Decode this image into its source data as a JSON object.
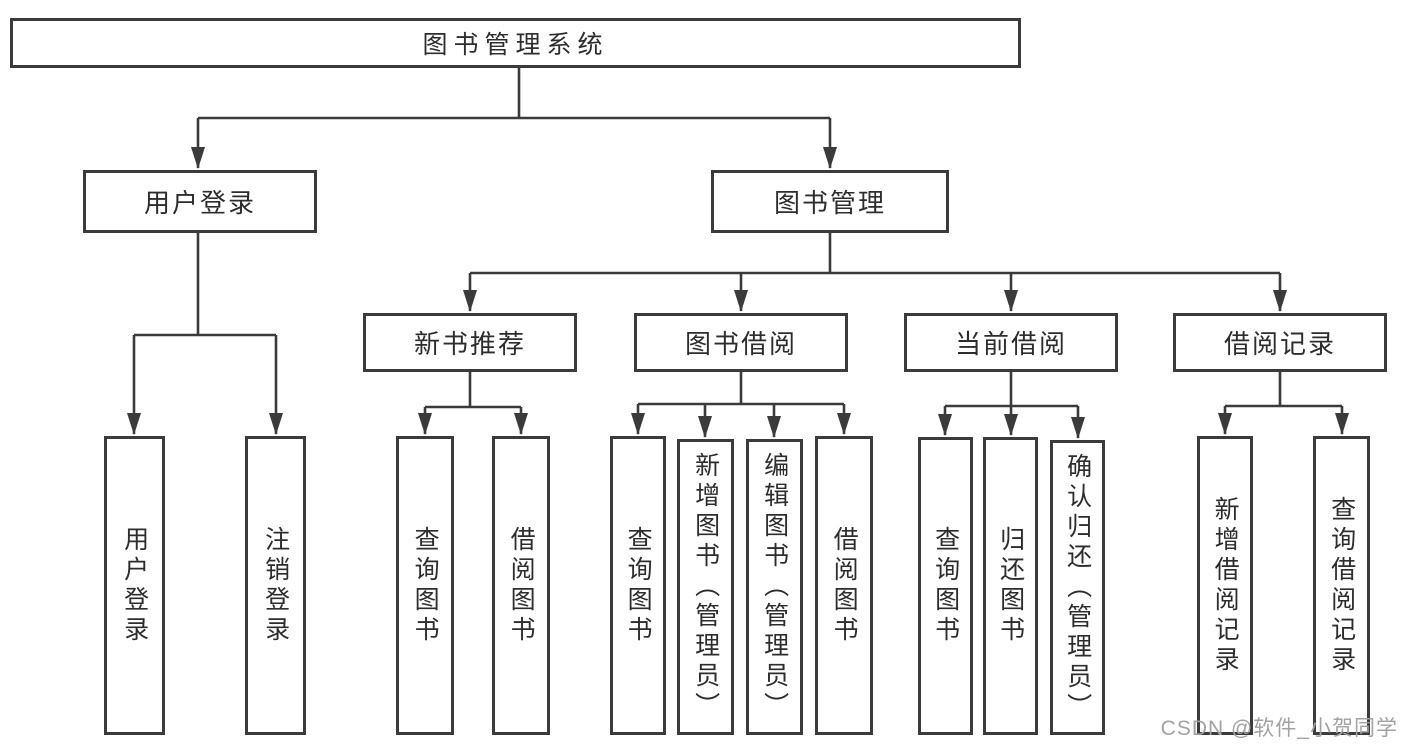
{
  "tree": {
    "root": {
      "label": "图书管理系统"
    },
    "level2": [
      {
        "label": "用户登录"
      },
      {
        "label": "图书管理"
      }
    ],
    "level3": [
      {
        "label": "新书推荐"
      },
      {
        "label": "图书借阅"
      },
      {
        "label": "当前借阅"
      },
      {
        "label": "借阅记录"
      }
    ],
    "leaves": {
      "user_login": [
        {
          "label": "用户登录"
        },
        {
          "label": "注销登录"
        }
      ],
      "new_book": [
        {
          "label": "查询图书"
        },
        {
          "label": "借阅图书"
        }
      ],
      "book_borrow": [
        {
          "label": "查询图书"
        },
        {
          "label": "新增图书（管理员）"
        },
        {
          "label": "编辑图书（管理员）"
        },
        {
          "label": "借阅图书"
        }
      ],
      "current_borrow": [
        {
          "label": "查询图书"
        },
        {
          "label": "归还图书"
        },
        {
          "label": "确认归还（管理员）"
        }
      ],
      "borrow_record": [
        {
          "label": "新增借阅记录"
        },
        {
          "label": "查询借阅记录"
        }
      ]
    }
  },
  "watermark": {
    "text": "CSDN @软件_小贺同学"
  },
  "colors": {
    "line": "#3b3b3b",
    "box_border": "#3b3b3b",
    "text": "#2d2d2d",
    "watermark": "#a2a2a2",
    "background": "#ffffff"
  }
}
